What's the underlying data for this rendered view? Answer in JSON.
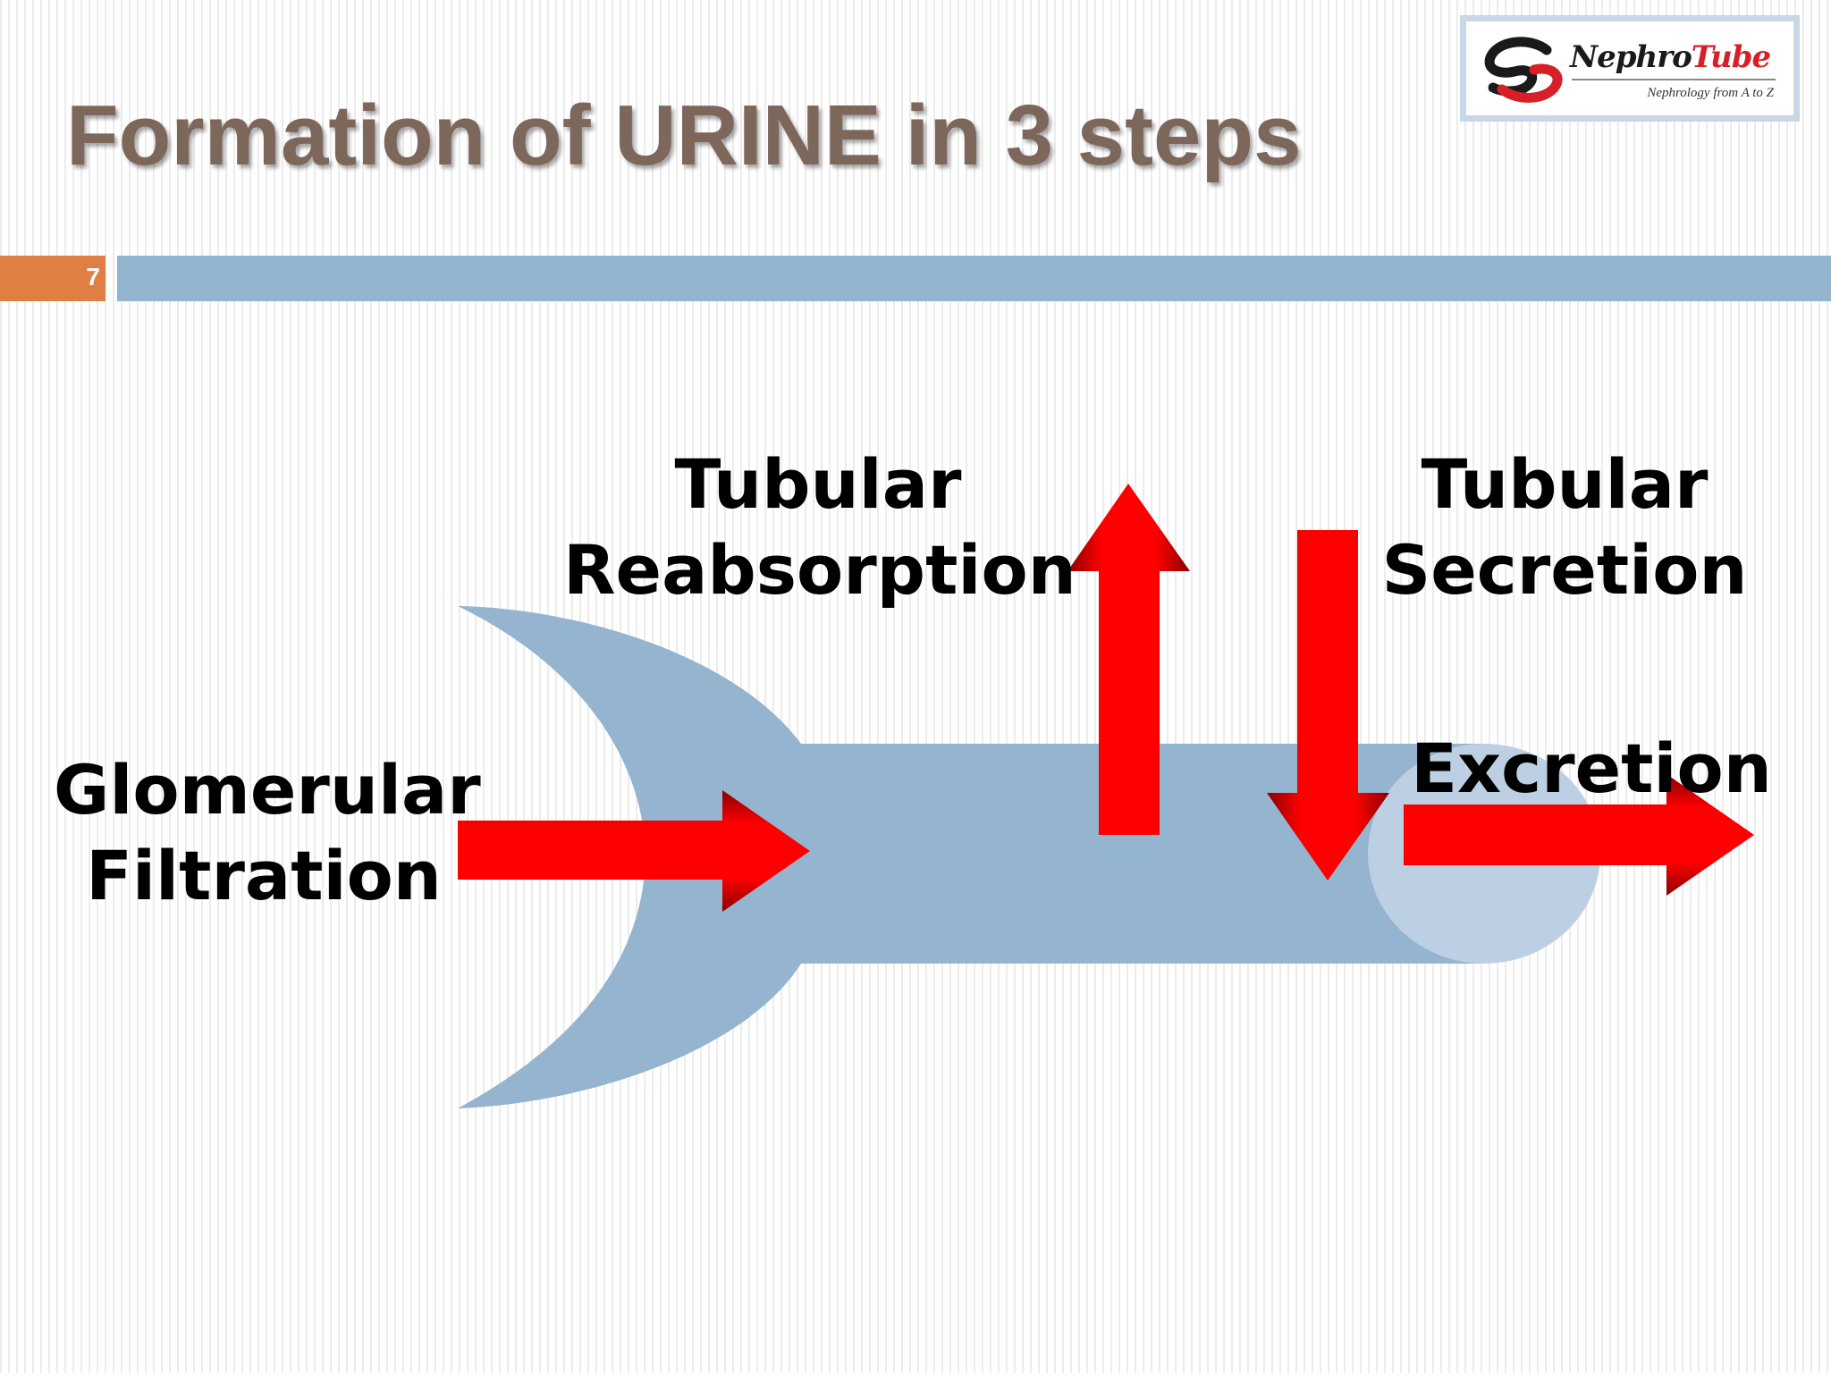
{
  "title": "Formation of URINE in 3 steps",
  "slide_number": "7",
  "logo": {
    "name_part1": "Nephro",
    "name_part2": "Tube",
    "tagline": "Nephrology from A to Z",
    "emblem_icon": "nephrotube-emblem-icon"
  },
  "steps": {
    "filtration": {
      "line1": "Glomerular",
      "line2": "Filtration"
    },
    "reabsorption": {
      "line1": "Tubular",
      "line2": "Reabsorption"
    },
    "secretion": {
      "line1": "Tubular",
      "line2": "Secretion"
    },
    "excretion": {
      "line1": "Excretion"
    }
  },
  "colors": {
    "title": "#7d665a",
    "accent_orange": "#e07f43",
    "header_bar": "#93b5d0",
    "tube": "#94b4d0",
    "tube_opening": "#bdd0e3",
    "arrow": "#ff0000"
  }
}
